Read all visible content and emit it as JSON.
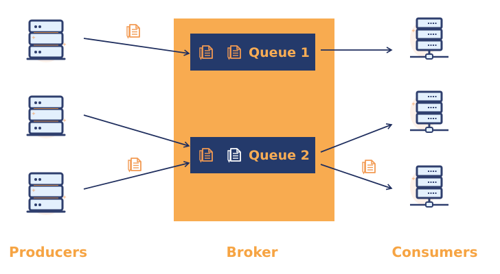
{
  "labels": {
    "producers": "Producers",
    "broker": "Broker",
    "consumers": "Consumers"
  },
  "queues": [
    {
      "label": "Queue 1"
    },
    {
      "label": "Queue 2"
    }
  ],
  "colors": {
    "navy": "#243a6b",
    "broker": "#f8ab50",
    "accent": "#f29a52",
    "label": "#f6a443"
  }
}
